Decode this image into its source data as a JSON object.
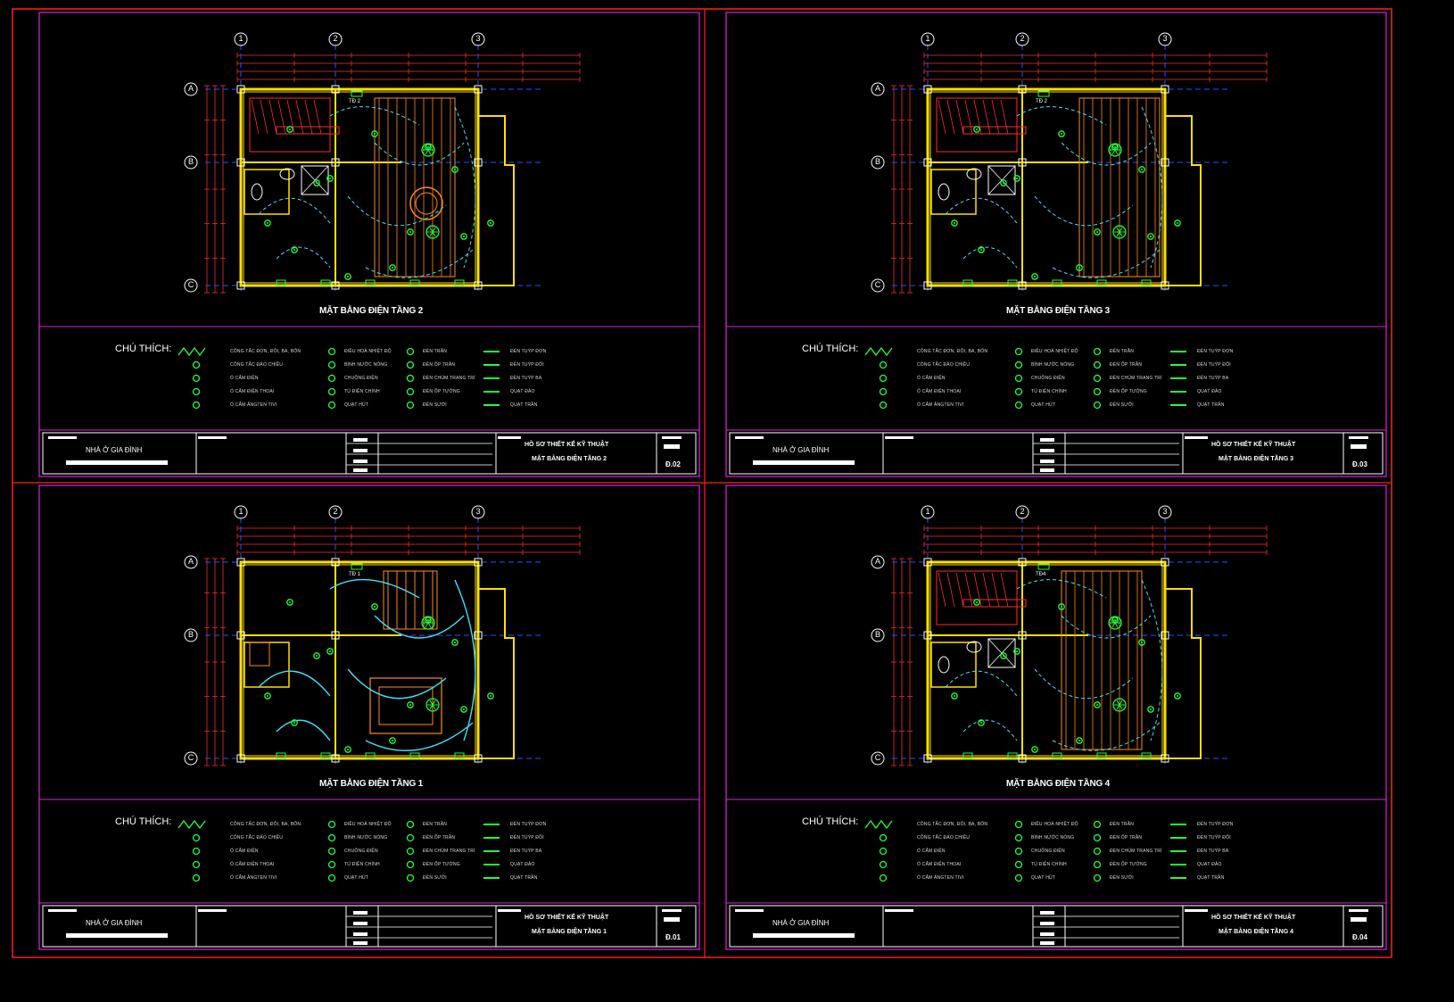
{
  "sheets": [
    {
      "plan_title": "MẶT BẰNG ĐIỆN TẦNG 2",
      "sheet_no": "Đ.02",
      "panel_label": "TĐ 2",
      "title_drawing": "MẶT BẰNG ĐIỆN TẦNG 2"
    },
    {
      "plan_title": "MẶT BẰNG ĐIỆN TẦNG 3",
      "sheet_no": "Đ.03",
      "panel_label": "TĐ 2",
      "title_drawing": "MẶT BẰNG ĐIỆN TẦNG 3"
    },
    {
      "plan_title": "MẶT BẰNG ĐIỆN TẦNG 1",
      "sheet_no": "Đ.01",
      "panel_label": "TĐ 1",
      "title_drawing": "MẶT BẰNG ĐIỆN TẦNG 1"
    },
    {
      "plan_title": "MẶT BẰNG ĐIỆN TẦNG 4",
      "sheet_no": "Đ.04",
      "panel_label": "TĐ4",
      "title_drawing": "MẶT BẰNG ĐIỆN TẦNG 4"
    }
  ],
  "common": {
    "legend_heading": "CHÚ THÍCH:",
    "project_name": "NHÀ Ở GIA ĐÌNH",
    "dossier": "HỒ SƠ THIẾT KẾ KỸ THUẬT",
    "grid_cols": [
      "1",
      "2",
      "3"
    ],
    "grid_rows": [
      "A",
      "B",
      "C"
    ],
    "legend_items": [
      "CÔNG TẮC ĐƠN, ĐÔI, BA, BỐN",
      "CÔNG TẮC ĐẢO CHIỀU",
      "Ổ CẮM ĐIỆN",
      "Ổ CẮM ĐIỆN THOẠI",
      "Ổ CẮM ĂNGTEN TIVI",
      "ĐIỀU HOÀ NHIỆT ĐỘ",
      "BÌNH NƯỚC NÓNG",
      "CHUÔNG ĐIỆN",
      "TỦ ĐIỆN CHÍNH",
      "QUẠT HÚT",
      "ĐÈN TRẦN",
      "ĐÈN ỐP TRẦN",
      "ĐÈN CHÙM TRANG TRÍ",
      "ĐÈN ỐP TƯỜNG",
      "ĐÈN SƯỞI",
      "ĐÈN TUÝP ĐƠN",
      "ĐÈN TUÝP ĐÔI",
      "ĐÈN TUÝP BA",
      "QUẠT ĐẢO",
      "QUẠT TRẦN"
    ]
  },
  "colors": {
    "frame": "#ff2020",
    "magenta": "#e020e0",
    "wall": "#ffe000",
    "symbol": "#20ff40",
    "wire": "#40e0ff",
    "dim": "#ff2a2a",
    "furniture": "#ff8a20",
    "axis": "#2a50ff"
  }
}
